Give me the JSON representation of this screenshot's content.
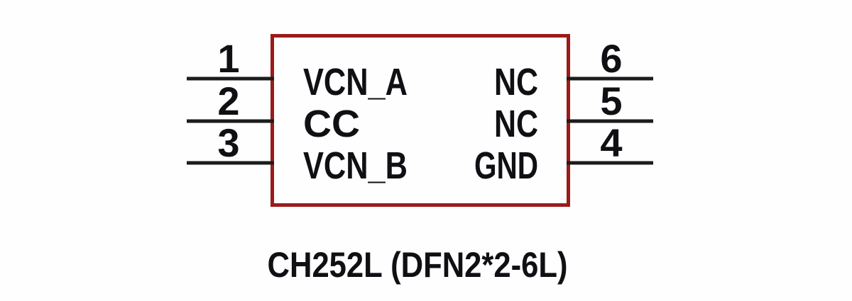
{
  "diagram": {
    "caption": "CH252L (DFN2*2-6L)",
    "component": {
      "left_pins": [
        {
          "number": "1",
          "label": "VCN_A"
        },
        {
          "number": "2",
          "label": "CC"
        },
        {
          "number": "3",
          "label": "VCN_B"
        }
      ],
      "right_pins": [
        {
          "number": "6",
          "label": "NC"
        },
        {
          "number": "5",
          "label": "NC"
        },
        {
          "number": "4",
          "label": "GND"
        }
      ]
    },
    "colors": {
      "box_border": "#9b1b1b",
      "pin_line": "#1c1c1c",
      "text": "#101014",
      "background": "#fefefe"
    }
  }
}
